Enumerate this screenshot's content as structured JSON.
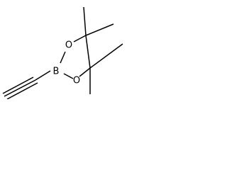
{
  "molecule": {
    "atoms": [
      {
        "id": "boron",
        "symbol": "B",
        "label": "B"
      },
      {
        "id": "oxygen-top",
        "symbol": "O",
        "label": "O"
      },
      {
        "id": "oxygen-bottom",
        "symbol": "O",
        "label": "O"
      },
      {
        "id": "ring-carbon-top",
        "symbol": "C"
      },
      {
        "id": "ring-carbon-bottom",
        "symbol": "C"
      },
      {
        "id": "methyl-top-left",
        "symbol": "C"
      },
      {
        "id": "methyl-top-right",
        "symbol": "C"
      },
      {
        "id": "methyl-bottom-left",
        "symbol": "C"
      },
      {
        "id": "methyl-bottom-right",
        "symbol": "C"
      },
      {
        "id": "alkyne-carbon-inner",
        "symbol": "C"
      },
      {
        "id": "alkyne-carbon-terminal",
        "symbol": "C"
      }
    ],
    "bonds": [
      {
        "id": "bond-b-o-top",
        "from": "boron",
        "to": "oxygen-top",
        "order": 1
      },
      {
        "id": "bond-b-o-bottom",
        "from": "boron",
        "to": "oxygen-bottom",
        "order": 1
      },
      {
        "id": "bond-o-top-c",
        "from": "oxygen-top",
        "to": "ring-carbon-top",
        "order": 1
      },
      {
        "id": "bond-o-bottom-c",
        "from": "oxygen-bottom",
        "to": "ring-carbon-bottom",
        "order": 1
      },
      {
        "id": "bond-ring-c-c",
        "from": "ring-carbon-top",
        "to": "ring-carbon-bottom",
        "order": 1
      },
      {
        "id": "bond-methyl-top-left",
        "from": "ring-carbon-top",
        "to": "methyl-top-left",
        "order": 1
      },
      {
        "id": "bond-methyl-top-right",
        "from": "ring-carbon-top",
        "to": "methyl-top-right",
        "order": 1
      },
      {
        "id": "bond-methyl-bottom-left",
        "from": "ring-carbon-bottom",
        "to": "methyl-bottom-left",
        "order": 1
      },
      {
        "id": "bond-methyl-bottom-right",
        "from": "ring-carbon-bottom",
        "to": "methyl-bottom-right",
        "order": 1
      },
      {
        "id": "bond-b-alkyne",
        "from": "boron",
        "to": "alkyne-carbon-inner",
        "order": 1
      },
      {
        "id": "bond-alkyne-triple",
        "from": "alkyne-carbon-inner",
        "to": "alkyne-carbon-terminal",
        "order": 3
      }
    ]
  },
  "colors": {
    "bond": "#000000",
    "label": "#000000",
    "background": "#ffffff"
  }
}
